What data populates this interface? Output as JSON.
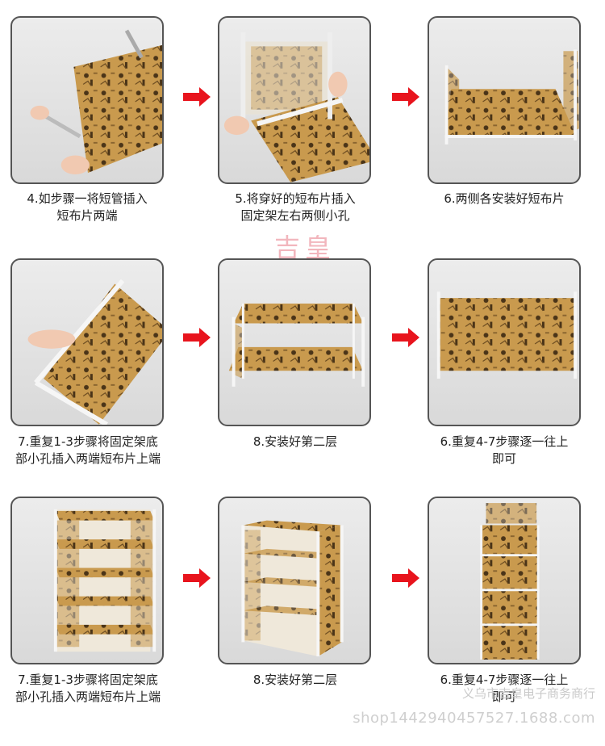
{
  "steps": [
    {
      "id": "step-1",
      "caption_lines": [
        "4.如步骤一将短管插入",
        "短布片两端"
      ],
      "scene": "hands-rolling-fabric"
    },
    {
      "id": "step-2",
      "caption_lines": [
        "5.将穿好的短布片插入",
        "固定架左右两侧小孔"
      ],
      "scene": "insert-short-fabric"
    },
    {
      "id": "step-3",
      "caption_lines": [
        "6.两侧各安装好短布片"
      ],
      "scene": "two-side-panels"
    },
    {
      "id": "step-4",
      "caption_lines": [
        "7.重复1-3步骤将固定架底",
        "部小孔插入两端短布片上端"
      ],
      "scene": "hand-attaching-bottom"
    },
    {
      "id": "step-5",
      "caption_lines": [
        "8.安装好第二层"
      ],
      "scene": "two-layer-frame"
    },
    {
      "id": "step-6",
      "caption_lines": [
        "6.重复4-7步骤逐一往上",
        "即可"
      ],
      "scene": "top-view-layer"
    },
    {
      "id": "step-7",
      "caption_lines": [
        "7.重复1-3步骤将固定架底",
        "部小孔插入两端短布片上端"
      ],
      "scene": "multi-shelf-front"
    },
    {
      "id": "step-8",
      "caption_lines": [
        "8.安装好第二层"
      ],
      "scene": "multi-shelf-angle"
    },
    {
      "id": "step-9",
      "caption_lines": [
        "6.重复4-7步骤逐一往上",
        "即可"
      ],
      "scene": "tall-narrow-shelf"
    }
  ],
  "arrow_icon": "right-arrow-icon",
  "colors": {
    "arrow": "#e8141d",
    "fabric": "#c99a4e",
    "fabric_dark": "#4a3418",
    "frame": "#f2f2f2"
  },
  "watermark": {
    "brand": "吉皇",
    "shop_name": "义乌市吉皇电子商务商行",
    "url": "shop1442940457527.1688.com"
  }
}
